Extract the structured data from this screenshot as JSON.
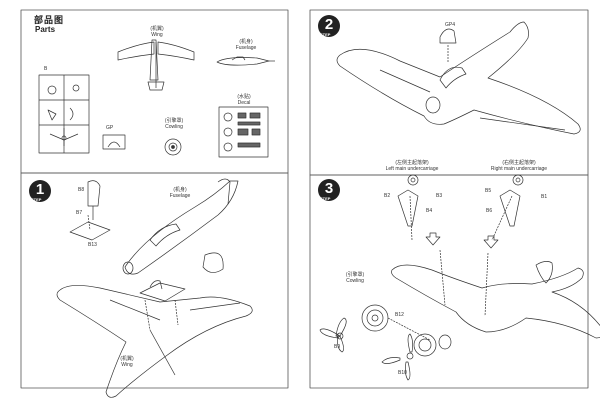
{
  "parts_panel": {
    "title_cn": "部品图",
    "title_en": "Parts",
    "sprue_b_letter": "B",
    "clear_part_letter": "GP",
    "wing": {
      "cn": "(机翼)",
      "en": "Wing"
    },
    "fuselage": {
      "cn": "(机身)",
      "en": "Fuselage"
    },
    "cowling": {
      "cn": "(引擎罩)",
      "en": "Cowling"
    },
    "decal": {
      "cn": "(水贴)",
      "en": "Decal"
    }
  },
  "step1": {
    "number": "1",
    "word": "STEP",
    "fuselage": {
      "cn": "(机身)",
      "en": "Fuselage"
    },
    "wing": {
      "cn": "(机翼)",
      "en": "Wing"
    },
    "part_labels": [
      "B8",
      "B7",
      "B13"
    ]
  },
  "step2": {
    "number": "2",
    "word": "STEP",
    "canopy_label": "GP4"
  },
  "step3": {
    "number": "3",
    "word": "STEP",
    "left_gear": {
      "cn": "(左侧主起落架)",
      "en": "Left main undercarriage"
    },
    "right_gear": {
      "cn": "(右侧主起落架)",
      "en": "Right main undercarriage"
    },
    "cowling": {
      "cn": "(引擎罩)",
      "en": "Cowling"
    },
    "part_labels": [
      "B2",
      "B3",
      "B4",
      "B5",
      "B6",
      "B1",
      "B9",
      "B12",
      "B10"
    ]
  },
  "colors": {
    "line": "#333333",
    "border": "#444444",
    "badge": "#222222"
  }
}
